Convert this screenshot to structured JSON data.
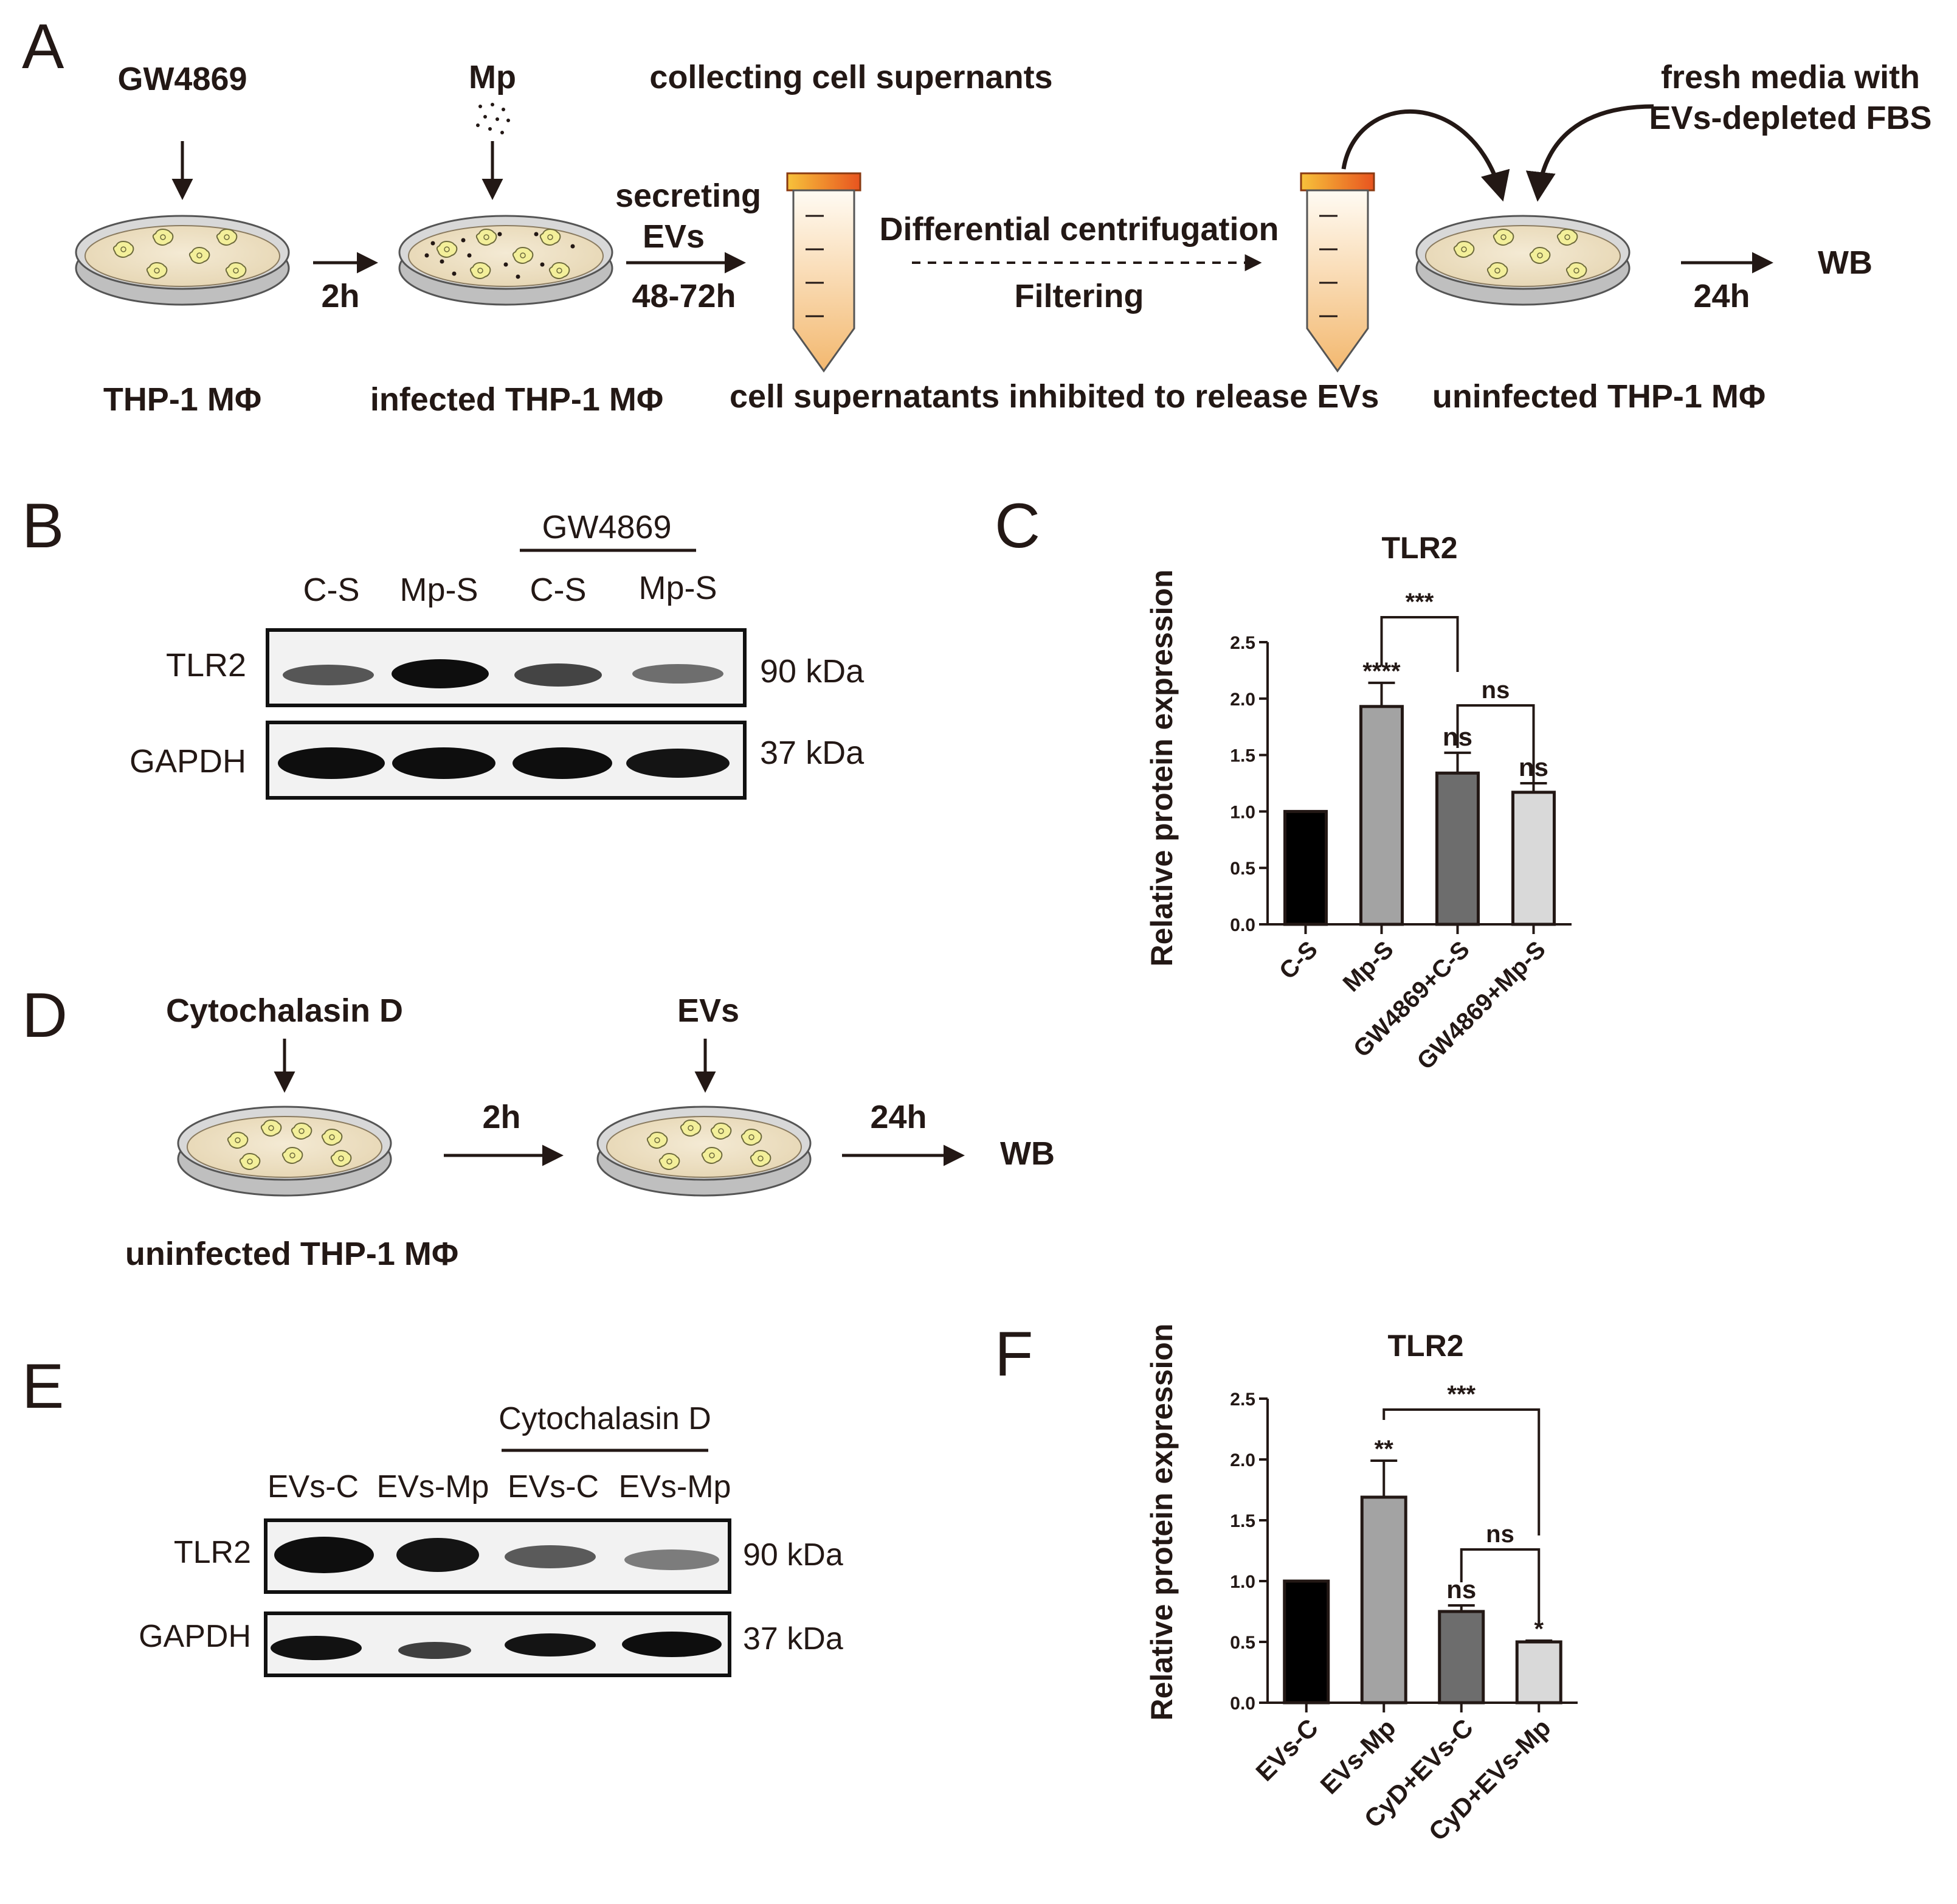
{
  "panels": {
    "A": "A",
    "B": "B",
    "C": "C",
    "D": "D",
    "E": "E",
    "F": "F"
  },
  "panelA": {
    "drug": "GW4869",
    "pathogen": "Mp",
    "collect": "collecting cell supernants",
    "time1": "2h",
    "secreting": "secreting",
    "evs": "EVs",
    "time2": "48-72h",
    "centrifugation": "Differential centrifugation",
    "filtering": "Filtering",
    "fresh_media_1": "fresh media with",
    "fresh_media_2": "EVs-depleted FBS",
    "time3": "24h",
    "wb": "WB",
    "label_cells1": "THP-1 MΦ",
    "label_cells2": "infected THP-1 MΦ",
    "label_supernatant": "cell supernatants inhibited to release EVs",
    "label_cells3": "uninfected THP-1 MΦ"
  },
  "panelB": {
    "group": "GW4869",
    "lanes": [
      "C-S",
      "Mp-S",
      "C-S",
      "Mp-S"
    ],
    "rows": [
      {
        "protein": "TLR2",
        "size": "90 kDa"
      },
      {
        "protein": "GAPDH",
        "size": "37 kDa"
      }
    ]
  },
  "panelD": {
    "drug": "Cytochalasin D",
    "treatment": "EVs",
    "time1": "2h",
    "time2": "24h",
    "wb": "WB",
    "label_cells": "uninfected THP-1 MΦ"
  },
  "panelE": {
    "group": "Cytochalasin D",
    "lanes": [
      "EVs-C",
      "EVs-Mp",
      "EVs-C",
      "EVs-Mp"
    ],
    "rows": [
      {
        "protein": "TLR2",
        "size": "90 kDa"
      },
      {
        "protein": "GAPDH",
        "size": "37 kDa"
      }
    ]
  },
  "colors": {
    "ink": "#231815",
    "dish": "#efe3c8",
    "cell": "#f3ef9a",
    "tube_top": "#e8541f",
    "bar_fills": [
      "#000000",
      "#a3a3a3",
      "#6d6d6d",
      "#d9d9d9"
    ]
  },
  "chart_data": [
    {
      "type": "bar",
      "title": "TLR2",
      "ylabel": "Relative protein expression",
      "xlabel": "",
      "ylim": [
        0,
        2.5
      ],
      "yticks": [
        "0.0",
        "0.5",
        "1.0",
        "1.5",
        "2.0",
        "2.5"
      ],
      "categories": [
        "C-S",
        "Mp-S",
        "GW4869+C-S",
        "GW4869+Mp-S"
      ],
      "values": [
        1.0,
        1.93,
        1.34,
        1.17
      ],
      "errors": [
        0,
        0.21,
        0.18,
        0.08
      ],
      "annotations": [
        "",
        "****",
        "ns",
        "ns"
      ],
      "brackets": [
        {
          "from": 1,
          "to": 2,
          "label": "***"
        },
        {
          "from": 2,
          "to": 3,
          "label": "ns"
        }
      ]
    },
    {
      "type": "bar",
      "title": "TLR2",
      "ylabel": "Relative protein expression",
      "xlabel": "",
      "ylim": [
        0,
        2.5
      ],
      "yticks": [
        "0.0",
        "0.5",
        "1.0",
        "1.5",
        "2.0",
        "2.5"
      ],
      "categories": [
        "EVs-C",
        "EVs-Mp",
        "CyD+EVs-C",
        "CyD+EVs-Mp"
      ],
      "values": [
        1.0,
        1.69,
        0.75,
        0.5
      ],
      "errors": [
        0,
        0.3,
        0.05,
        0.01
      ],
      "annotations": [
        "",
        "**",
        "ns",
        "*"
      ],
      "brackets": [
        {
          "from": 1,
          "to": 3,
          "label": "***"
        },
        {
          "from": 2,
          "to": 3,
          "label": "ns"
        }
      ]
    }
  ]
}
